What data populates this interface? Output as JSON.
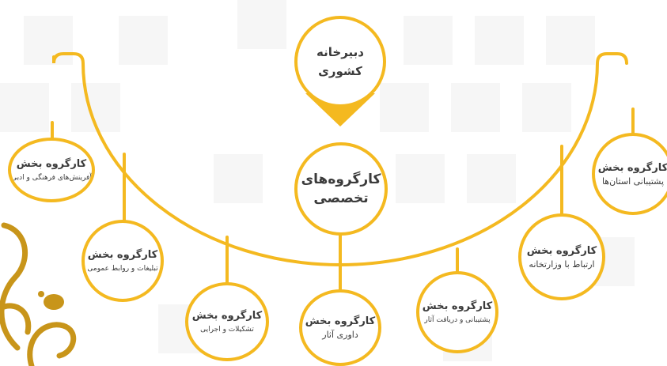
{
  "colors": {
    "accent": "#f4b920",
    "text": "#3b3b3b",
    "gold_ornament": "#c8951a"
  },
  "center_top": {
    "line1": "دبیرخانه",
    "line2": "کشوری"
  },
  "center_main": {
    "line1": "کارگروه‌های",
    "line2": "تخصصی"
  },
  "groups": [
    {
      "title": "کارگروه بخش",
      "subtitle": "آفرینش‌های فرهنگی و ادبی"
    },
    {
      "title": "کارگروه بخش",
      "subtitle": "تبلیغات و روابط عمومی"
    },
    {
      "title": "کارگروه بخش",
      "subtitle": "تشکیلات و اجرایی"
    },
    {
      "title": "کارگروه بخش",
      "subtitle": "داوری آثار"
    },
    {
      "title": "کارگروه بخش",
      "subtitle": "پشتیبانی و دریافت آثار"
    },
    {
      "title": "کارگروه بخش",
      "subtitle": "ارتباط با وزارتخانه"
    },
    {
      "title": "کارگروه بخش",
      "subtitle": "پشتیبانی استان‌ها"
    }
  ]
}
